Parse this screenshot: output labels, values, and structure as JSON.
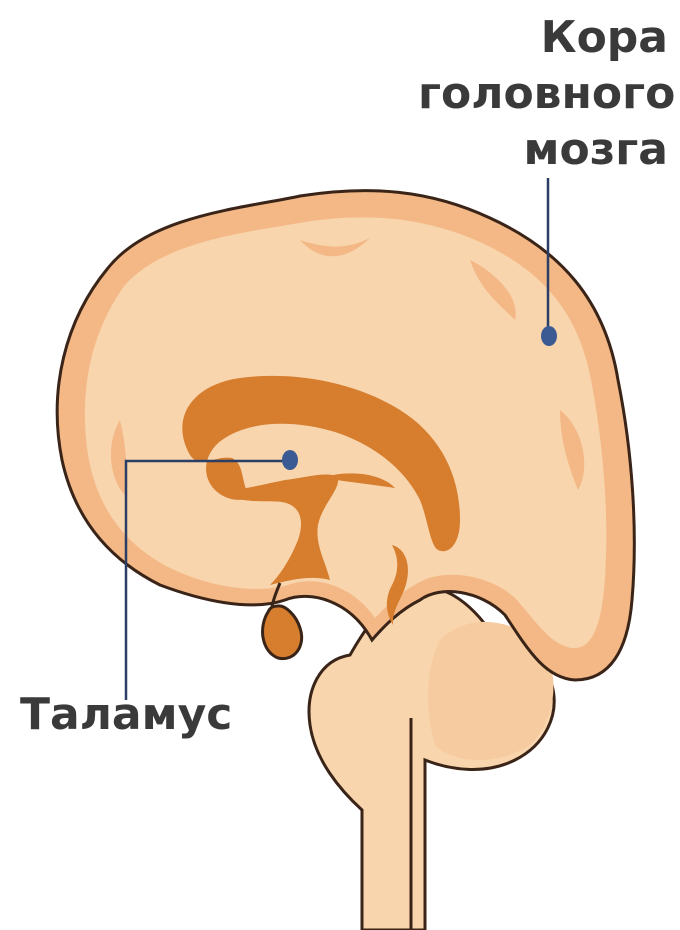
{
  "labels": {
    "cortex": [
      "Кора",
      "головного",
      "мозга"
    ],
    "thalamus": "Таламус"
  },
  "colors": {
    "background": "#ffffff",
    "brain_fill": "#f8d5ad",
    "cortex_band": "#f3b886",
    "ventricle": "#d67d2e",
    "outline": "#3a2418",
    "pointer_line": "#2a3e66",
    "pointer_dot": "#3b5a94",
    "label_text": "#3a3a3a"
  }
}
